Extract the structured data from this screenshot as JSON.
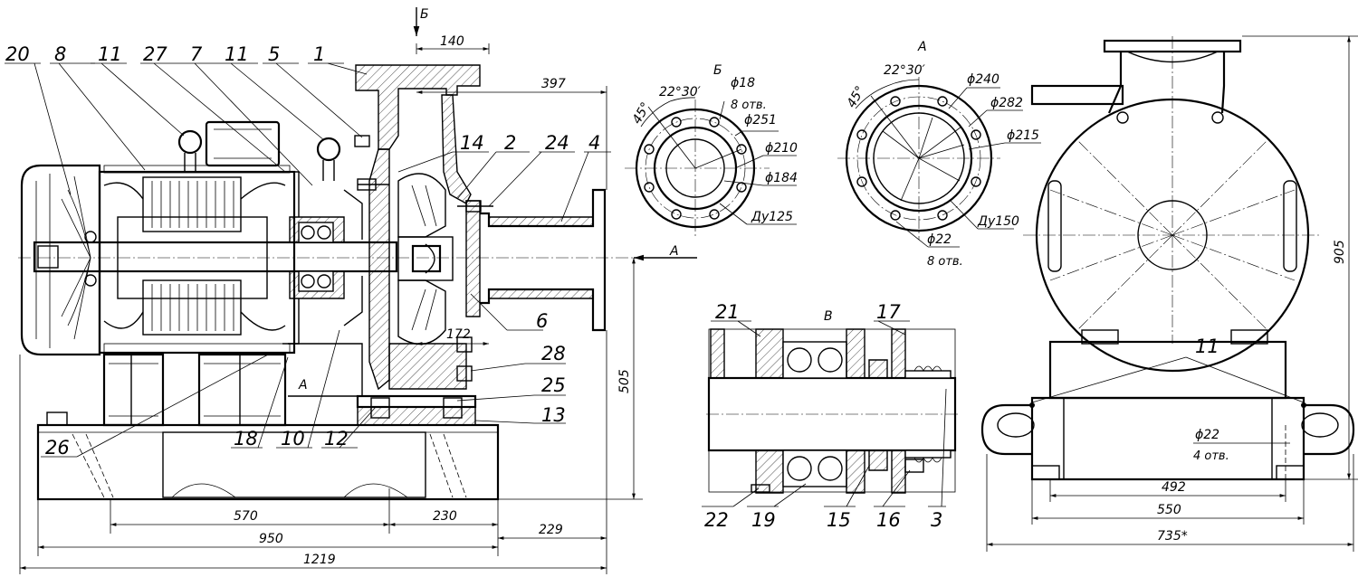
{
  "leaders": {
    "n20": "20",
    "n8": "8",
    "n11a": "11",
    "n27": "27",
    "n7": "7",
    "n11b": "11",
    "n5": "5",
    "n1": "1",
    "n14": "14",
    "n2": "2",
    "n24": "24",
    "n4": "4",
    "n6": "6",
    "n28": "28",
    "n25": "25",
    "n13": "13",
    "n12": "12",
    "n10": "10",
    "n18": "18",
    "n26": "26",
    "n21": "21",
    "n17": "17",
    "n22": "22",
    "n19": "19",
    "n15": "15",
    "n16": "16",
    "n3": "3",
    "n11c": "11"
  },
  "section_labels": {
    "b_top": "Б",
    "a_arrow": "А",
    "a_under": "А",
    "view_b": "Б",
    "view_a": "А",
    "view_v": "В"
  },
  "dims_main": {
    "d140": "140",
    "d397": "397",
    "d172": "172",
    "d505": "505",
    "d570": "570",
    "d230": "230",
    "d229": "229",
    "d950": "950",
    "d1219": "1219"
  },
  "view_b": {
    "angle45": "45°",
    "angle2230": "22°30′",
    "d18": "ϕ18",
    "holes": "8 отв.",
    "d251": "ϕ251",
    "d210": "ϕ210",
    "d184": "ϕ184",
    "du": "Ду125"
  },
  "view_a": {
    "angle45": "45°",
    "angle2230": "22°30′",
    "d240": "ϕ240",
    "d282": "ϕ282",
    "d215": "ϕ215",
    "du": "Ду150",
    "d22": "ϕ22",
    "holes": "8 отв."
  },
  "side_view": {
    "d905": "905",
    "d22": "ϕ22",
    "holes": "4 отв.",
    "d492": "492",
    "d550": "550",
    "d735": "735*"
  }
}
